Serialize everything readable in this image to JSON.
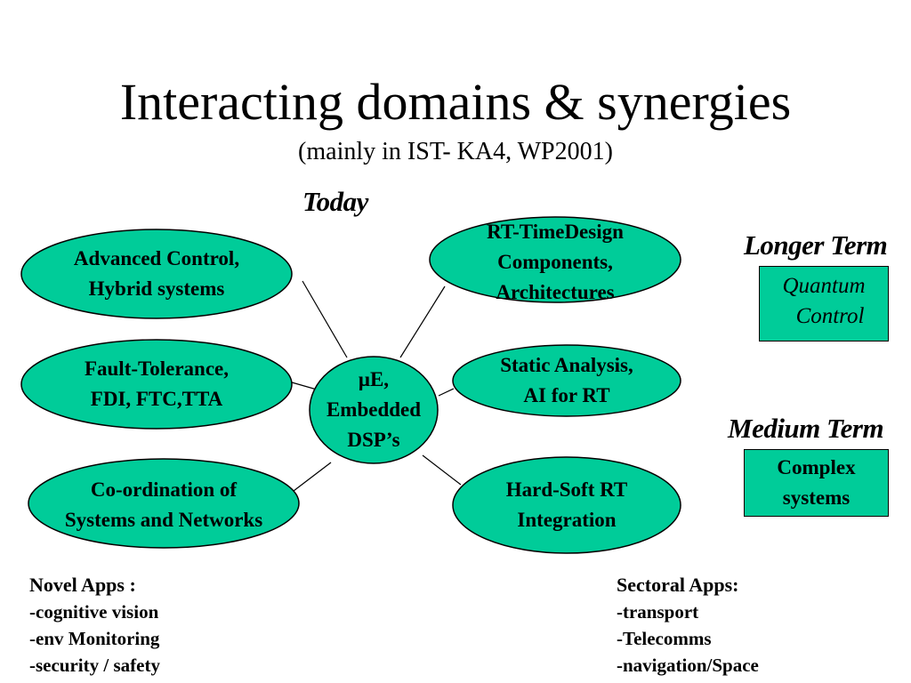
{
  "title": "Interacting domains & synergies",
  "subtitle": "(mainly in IST- KA4, WP2001)",
  "headings": {
    "today": "Today",
    "longer_term": "Longer Term",
    "medium_term": "Medium Term"
  },
  "colors": {
    "node_fill": "#00cc99",
    "line": "#000000"
  },
  "center_node": {
    "lines": [
      "μE,",
      "Embedded",
      "DSP’s"
    ]
  },
  "nodes": {
    "advanced_control": [
      "Advanced Control,",
      "Hybrid systems"
    ],
    "fault_tolerance": [
      "Fault-Tolerance,",
      "FDI, FTC,TTA"
    ],
    "coordination": [
      "Co-ordination of",
      "Systems and Networks"
    ],
    "rt_timedesign": [
      "RT-TimeDesign",
      "Components,",
      "Architectures"
    ],
    "static_analysis": [
      "Static Analysis,",
      "AI for RT"
    ],
    "hard_soft": [
      "Hard-Soft RT",
      "Integration"
    ]
  },
  "boxes": {
    "quantum": [
      "Quantum",
      "Control"
    ],
    "complex": [
      "Complex",
      "systems"
    ]
  },
  "novel_apps": {
    "heading": "Novel Apps :",
    "items": [
      "-cognitive vision",
      "-env Monitoring",
      "-security / safety"
    ]
  },
  "sectoral_apps": {
    "heading": "Sectoral Apps:",
    "items": [
      "-transport",
      "-Telecomms",
      "-navigation/Space"
    ]
  }
}
